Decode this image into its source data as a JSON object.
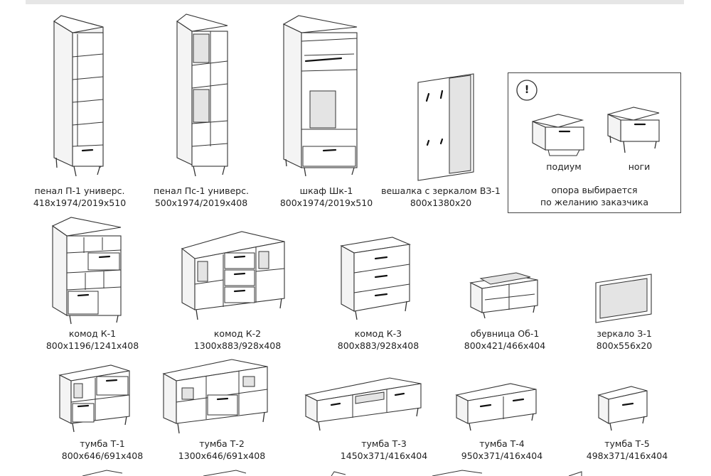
{
  "row1": [
    {
      "name": "пенал П-1 универс.",
      "size": "418х1974/2019х510"
    },
    {
      "name": "пенал Пс-1 универс.",
      "size": "500х1974/2019х408"
    },
    {
      "name": "шкаф Шк-1",
      "size": "800х1974/2019х510"
    },
    {
      "name": "вешалка с зеркалом ВЗ-1",
      "size": "800х1380х20"
    }
  ],
  "notice": {
    "icon": "!",
    "option1": "подиум",
    "option2": "ноги",
    "note_line1": "опора выбирается",
    "note_line2": "по желанию заказчика"
  },
  "row2": [
    {
      "name": "комод К-1",
      "size": "800х1196/1241х408"
    },
    {
      "name": "комод К-2",
      "size": "1300х883/928х408"
    },
    {
      "name": "комод К-3",
      "size": "800х883/928х408"
    },
    {
      "name": "обувница Об-1",
      "size": "800х421/466х404"
    },
    {
      "name": "зеркало З-1",
      "size": "800х556х20"
    }
  ],
  "row3": [
    {
      "name": "тумба Т-1",
      "size": "800х646/691х408"
    },
    {
      "name": "тумба Т-2",
      "size": "1300х646/691х408"
    },
    {
      "name": "тумба Т-3",
      "size": "1450х371/416х404"
    },
    {
      "name": "тумба Т-4",
      "size": "950х371/416х404"
    },
    {
      "name": "тумба Т-5",
      "size": "498х371/416х404"
    }
  ]
}
